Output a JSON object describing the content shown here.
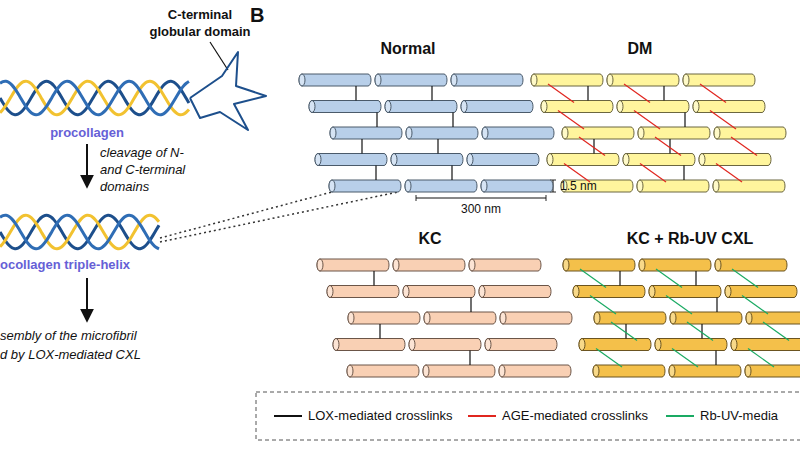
{
  "diagram": {
    "labels": [
      "C-terminal globular domain",
      "B",
      "Normal",
      "DM",
      "1.5 nm",
      "300 nm",
      "procollagen",
      "cleavage of N- and C-terminal domains",
      "ocollagen triple-helix",
      "KC",
      "KC + Rb-UV CXL",
      "sembly of the microfibril d by LOX-mediated CXL"
    ],
    "legend": [
      {
        "text": "LOX-mediated crosslinks"
      },
      {
        "text": "AGE-mediated crosslinks"
      },
      {
        "text": "Rb-UV-media"
      }
    ]
  }
}
